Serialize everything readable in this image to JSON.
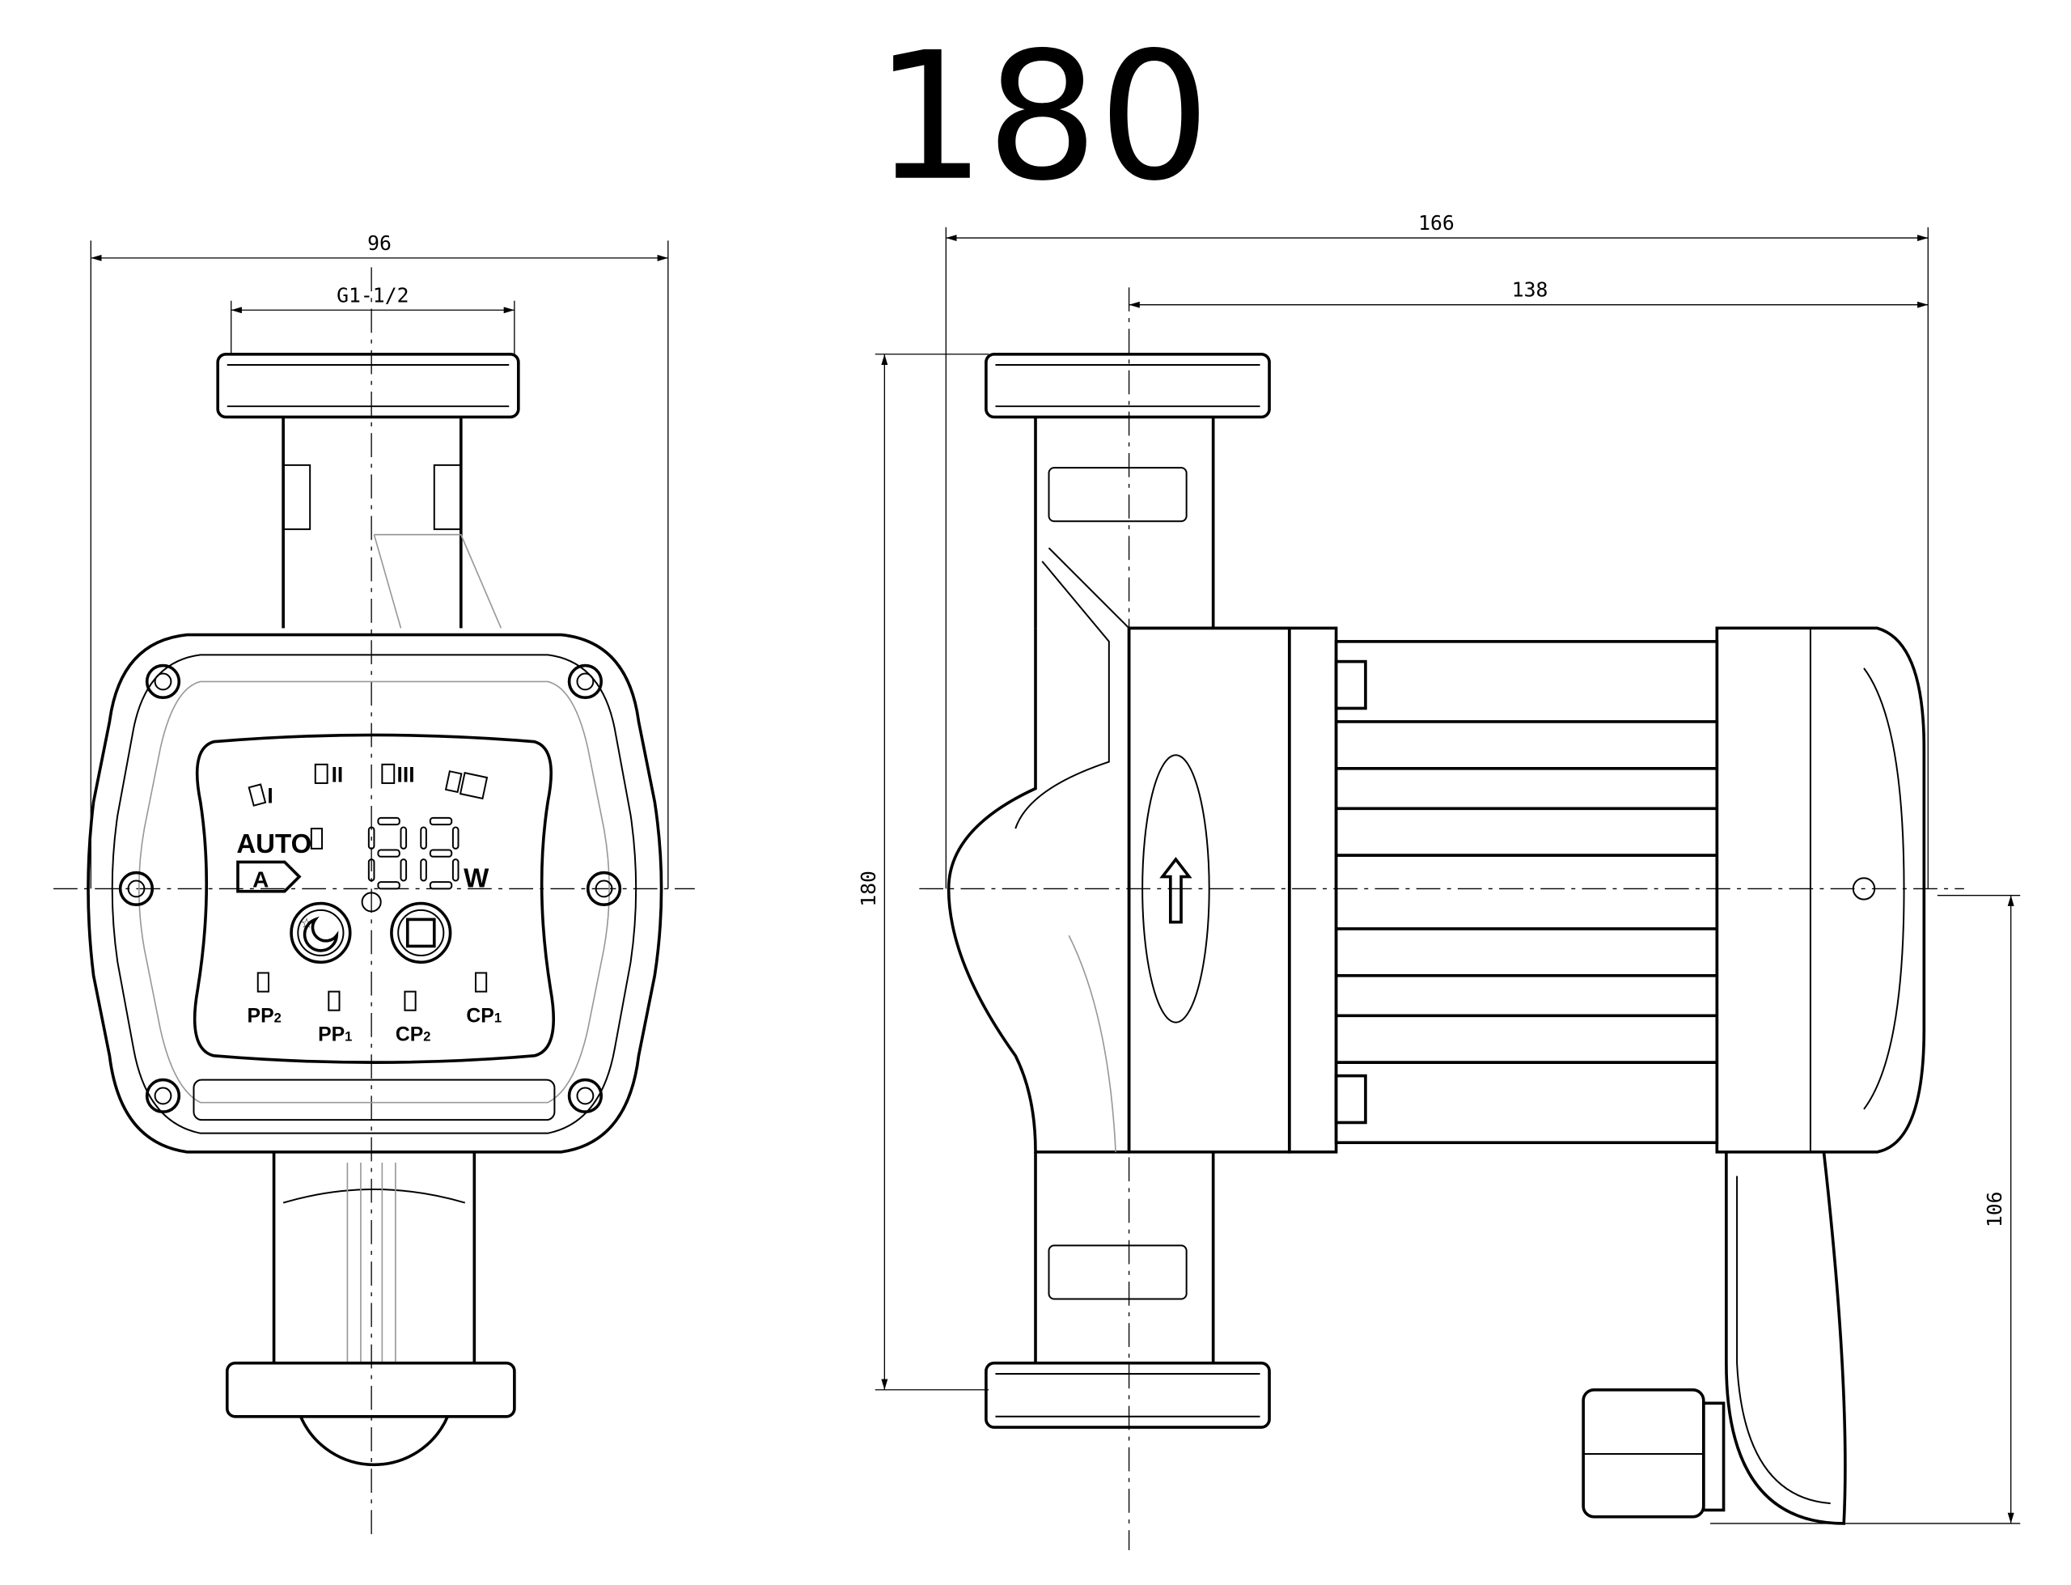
{
  "title": "180",
  "front_view": {
    "dim_width": "96",
    "dim_thread": "G1-1/2",
    "panel": {
      "speed_labels": [
        "I",
        "II",
        "III"
      ],
      "auto_label": "AUTO",
      "auto_badge": "A",
      "display_digits": "88",
      "unit": "W",
      "modes": [
        {
          "main": "PP",
          "sub": "2"
        },
        {
          "main": "PP",
          "sub": "1"
        },
        {
          "main": "CP",
          "sub": "2"
        },
        {
          "main": "CP",
          "sub": "1"
        }
      ]
    }
  },
  "side_view": {
    "dim_overall_length": "166",
    "dim_motor_length": "138",
    "dim_height": "180",
    "dim_box_height": "106"
  }
}
